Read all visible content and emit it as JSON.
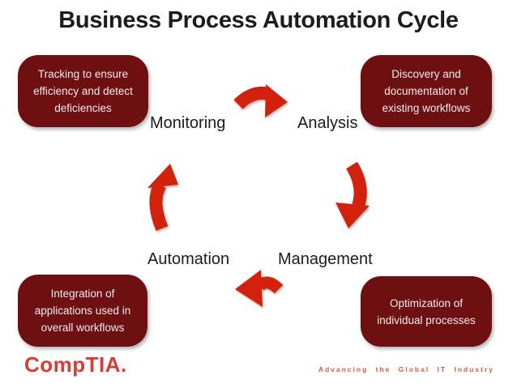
{
  "slide": {
    "title": "Business Process Automation Cycle"
  },
  "cycle": {
    "stages": {
      "monitoring": "Monitoring",
      "analysis": "Analysis",
      "management": "Management",
      "automation": "Automation"
    },
    "callouts": {
      "monitoring": "Tracking to ensure\nefficiency and detect\ndeficiencies",
      "analysis": "Discovery and\ndocumentation of\nexisting workflows",
      "management": "Optimization of\nindividual processes",
      "automation": "Integration of\napplications used in\noverall workflows"
    },
    "arrows": [
      "monitoring-to-analysis",
      "analysis-to-management",
      "management-to-automation",
      "automation-to-monitoring"
    ]
  },
  "footer": {
    "logo_text": "CompTIA.",
    "tagline": "Advancing the Global IT Industry"
  },
  "colors": {
    "callout_fill": "#6E1011",
    "callout_text": "#F0ECEC",
    "arrow_red": "#D2220D",
    "stage_label": "#1C1C1C",
    "title": "#1C1C1C",
    "comptia_red": "#D93B35",
    "tagline_red": "#CF5A48"
  }
}
